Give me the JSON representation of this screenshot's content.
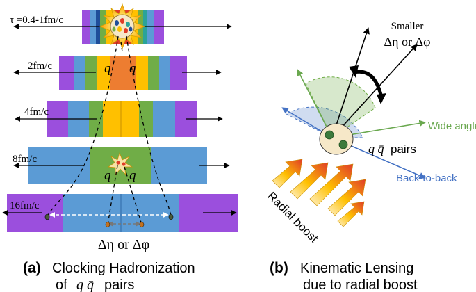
{
  "panel_a": {
    "time_labels": [
      "τ =0.4-1fm/c",
      "2fm/c",
      "4fm/c",
      "8fm/c",
      "16fm/c"
    ],
    "pair_labels": {
      "quark": "q",
      "antiquark": "q̄"
    },
    "measure_label": "Δη or Δφ",
    "caption_tag": "(a)",
    "caption_line1": "Clocking Hadronization",
    "caption_line2_prefix": "of",
    "caption_line2_math": "q q̄",
    "caption_line2_suffix": "pairs"
  },
  "panel_b": {
    "smaller_label": "Smaller",
    "measure_label": "Δη or Δφ",
    "wide_angle_label": "Wide angle",
    "pairs_label_math": "q q̄",
    "pairs_label_text": "pairs",
    "back_to_back_label": "Back-to-back",
    "radial_boost_label": "Radial boost",
    "caption_tag": "(b)",
    "caption_line1": "Kinematic Lensing",
    "caption_line2": "due to radial boost"
  },
  "colors": {
    "purple": "#9b4fdd",
    "blue": "#5b9bd5",
    "green": "#70ad47",
    "yellow": "#ffc000",
    "orange": "#ed7d31",
    "navy": "#1f4e9a",
    "teal": "#2aa39a",
    "red": "#e03c28",
    "wide_angle_green": "#6aa84f",
    "back_to_back_blue": "#4472c4"
  }
}
